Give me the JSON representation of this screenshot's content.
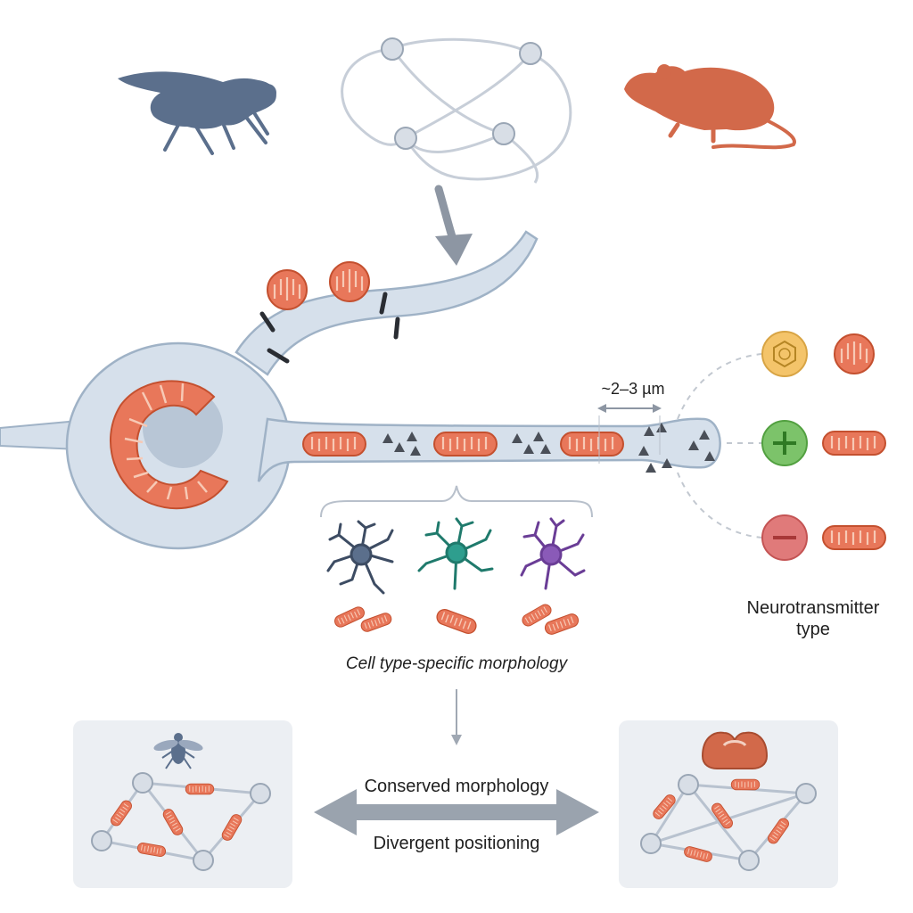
{
  "labels": {
    "scale": "~2–3 µm",
    "neurotransmitter_line1": "Neurotransmitter",
    "neurotransmitter_line2": "type",
    "cell_type_caption": "Cell type-specific morphology",
    "conserved": "Conserved morphology",
    "divergent": "Divergent positioning"
  },
  "icons": {
    "organism_left": "fly-icon",
    "connectome": "connectome-network-icon",
    "organism_right": "mouse-icon",
    "neurotransmitter_types": [
      "benzene-ring-icon",
      "plus-icon",
      "minus-icon"
    ],
    "cell_types": [
      "astrocyte-icon",
      "microglia-icon",
      "neuron-icon"
    ],
    "panel_left_header": "fly-icon",
    "panel_right_header": "brain-section-icon"
  },
  "colors": {
    "mitochondria": "#e8775a",
    "mito_outline": "#c4502f",
    "neuron_fill": "#d6e0eb",
    "neuron_outline": "#9fb2c6",
    "fly": "#5b6f8c",
    "mouse": "#d2694a",
    "cell_blue": "#5b6f8c",
    "cell_teal": "#2e9e8e",
    "cell_purple": "#8a5ab8",
    "nt_yellow": "#f4c46a",
    "nt_green": "#7cc36a",
    "nt_red": "#e07a7a",
    "panel_bg": "#eceff3"
  }
}
